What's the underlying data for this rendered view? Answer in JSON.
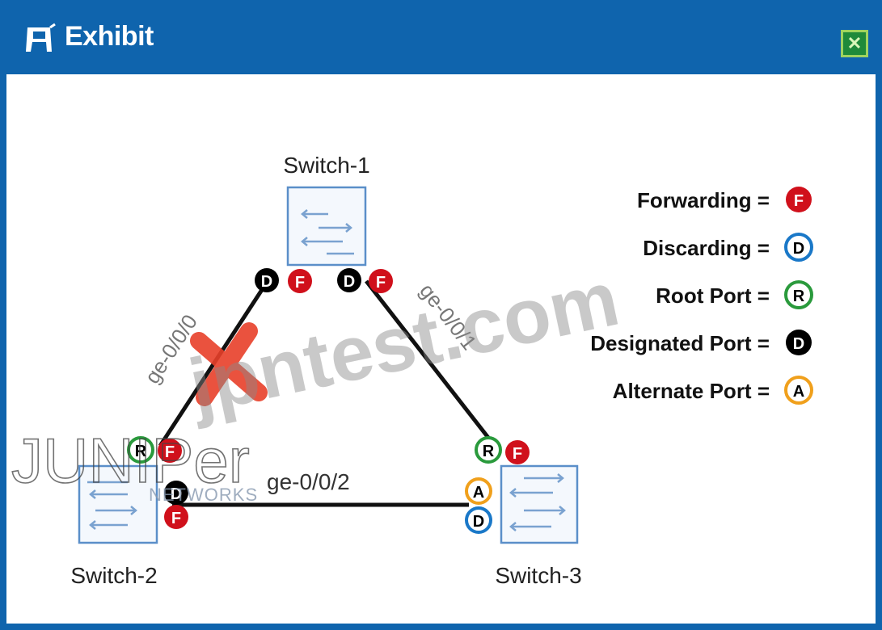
{
  "window": {
    "title": "Exhibit",
    "title_icon": "exhibit-icon",
    "close_icon": "close-icon",
    "close_glyph": "✕",
    "accent_color": "#0f64ad"
  },
  "diagram": {
    "switches": [
      {
        "id": "switch-1",
        "label": "Switch-1"
      },
      {
        "id": "switch-2",
        "label": "Switch-2"
      },
      {
        "id": "switch-3",
        "label": "Switch-3"
      }
    ],
    "links": [
      {
        "id": "link-ge-0-0-0",
        "label": "ge-0/0/0",
        "blocked": true
      },
      {
        "id": "link-ge-0-0-1",
        "label": "ge-0/0/1",
        "blocked": false
      },
      {
        "id": "link-ge-0-0-2",
        "label": "ge-0/0/2",
        "blocked": false
      }
    ],
    "port_badges": {
      "s1_left_role": "D",
      "s1_left_state": "F",
      "s1_right_role": "D",
      "s1_right_state": "F",
      "s2_role": "R",
      "s2_state": "F",
      "s2_lower_role": "D",
      "s2_lower_state": "F",
      "s3_upper_role": "R",
      "s3_upper_state": "F",
      "s3_lower_role": "A",
      "s3_lower_state": "D"
    }
  },
  "legend": {
    "items": [
      {
        "label": "Forwarding =",
        "symbol": "F",
        "color": "#d0101b",
        "style": "filled"
      },
      {
        "label": "Discarding =",
        "symbol": "D",
        "color": "#1a78c8",
        "style": "outline"
      },
      {
        "label": "Root Port =",
        "symbol": "R",
        "color": "#2a9a3c",
        "style": "outline"
      },
      {
        "label": "Designated Port =",
        "symbol": "D",
        "color": "#000000",
        "style": "filled"
      },
      {
        "label": "Alternate Port =",
        "symbol": "A",
        "color": "#f0a01c",
        "style": "outline"
      }
    ]
  },
  "watermarks": {
    "site": "jpntest.com",
    "brand": "JUNIPer",
    "brand_sub": "NETWORKS"
  },
  "colors": {
    "forwarding": "#d0101b",
    "discarding": "#1a78c8",
    "root": "#2a9a3c",
    "designated": "#000000",
    "alternate": "#f0a01c",
    "blocked_mark": "#e8402a",
    "switch_border": "#5b8fc9"
  }
}
